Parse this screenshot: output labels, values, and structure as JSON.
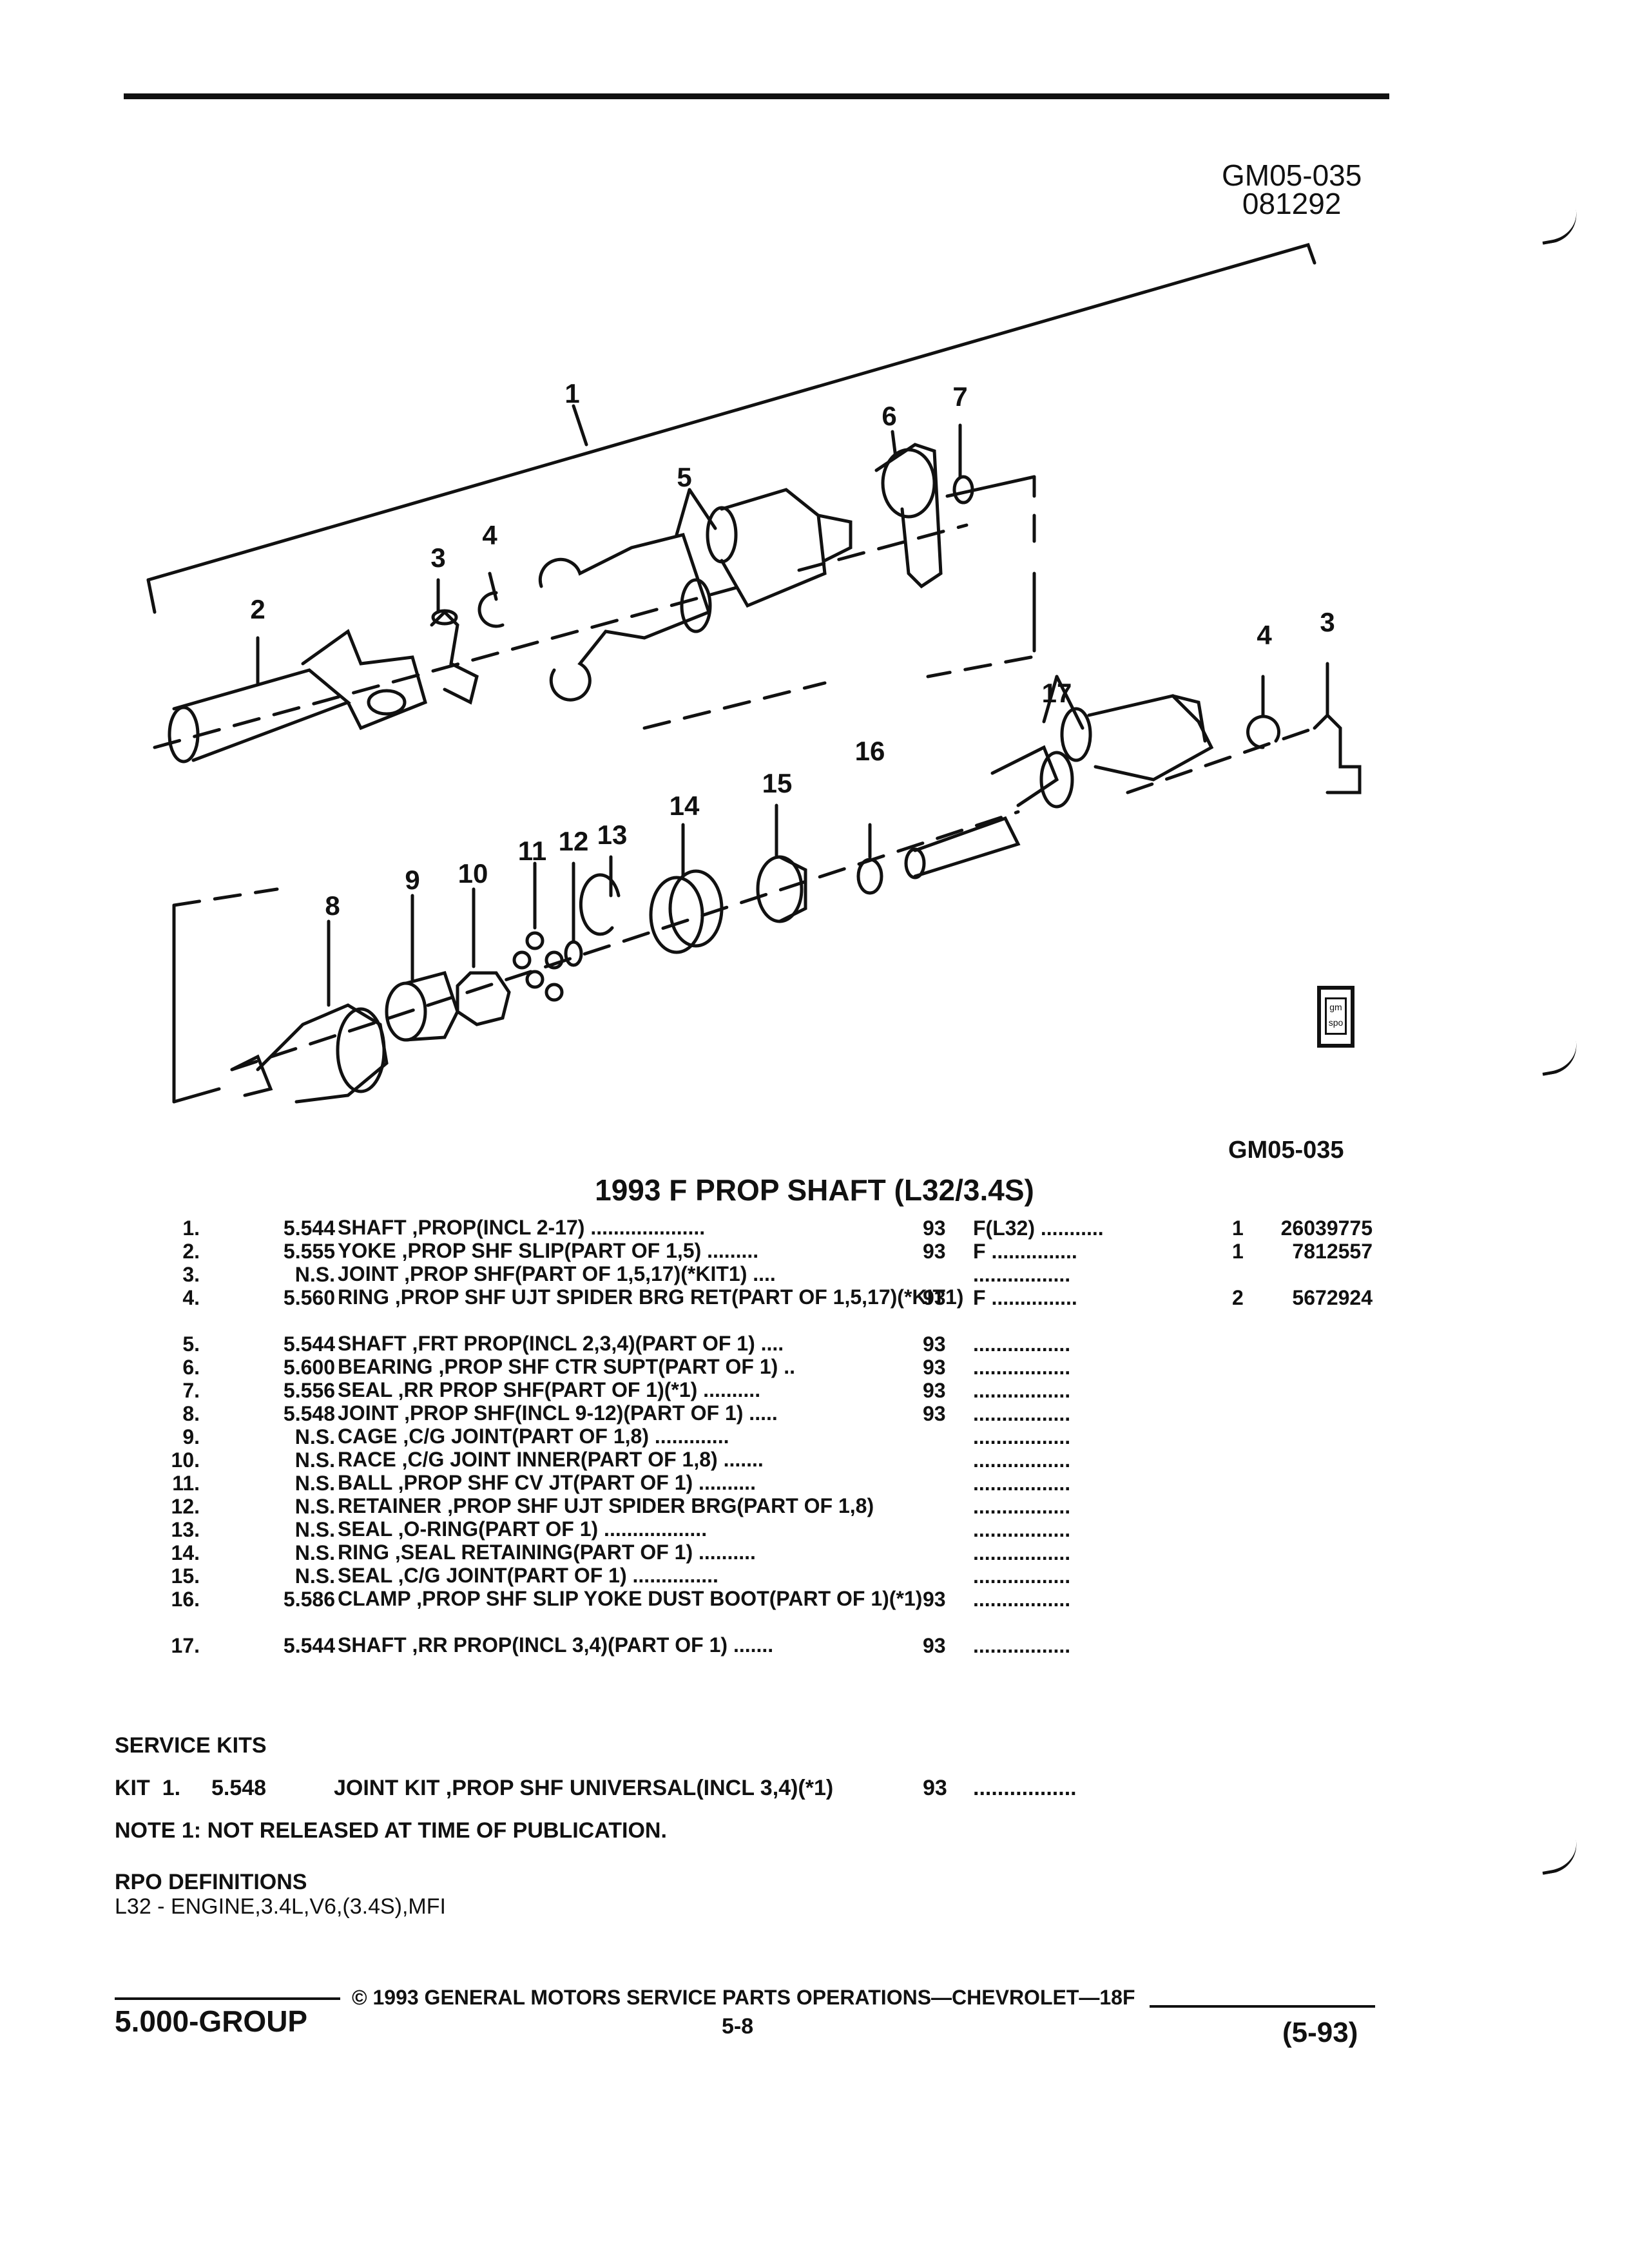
{
  "header": {
    "ref_code": "GM05-035",
    "ref_date": "081292",
    "figure_code": "GM05-035"
  },
  "diagram": {
    "callouts": [
      "1",
      "2",
      "3",
      "4",
      "5",
      "6",
      "7",
      "3",
      "4",
      "17",
      "8",
      "9",
      "10",
      "11",
      "12",
      "13",
      "14",
      "15",
      "16"
    ],
    "badge_text": "gm spo"
  },
  "title": "1993 F PROP SHAFT (L32/3.4S)",
  "parts": [
    {
      "num": "1.",
      "group": "5.544",
      "desc": "SHAFT ,PROP(INCL 2-17) ....................",
      "year": "93",
      "model": "F(L32) ...........",
      "qty": "1",
      "pn": "26039775"
    },
    {
      "num": "2.",
      "group": "5.555",
      "desc": "YOKE ,PROP SHF SLIP(PART OF 1,5) .........",
      "year": "93",
      "model": "F ...............",
      "qty": "1",
      "pn": "7812557"
    },
    {
      "num": "3.",
      "group": "N.S.",
      "desc": "JOINT ,PROP SHF(PART OF 1,5,17)(*KIT1) ....",
      "year": "",
      "model": ".................",
      "qty": "",
      "pn": ""
    },
    {
      "num": "4.",
      "group": "5.560",
      "desc": "RING ,PROP SHF UJT SPIDER BRG RET(PART OF 1,5,17)(*KIT1)",
      "year": "93",
      "model": "F ...............",
      "qty": "2",
      "pn": "5672924"
    },
    {
      "num": "5.",
      "group": "5.544",
      "desc": "SHAFT ,FRT PROP(INCL 2,3,4)(PART OF 1) ....",
      "year": "93",
      "model": ".................",
      "qty": "",
      "pn": ""
    },
    {
      "num": "6.",
      "group": "5.600",
      "desc": "BEARING ,PROP SHF CTR SUPT(PART OF 1) ..",
      "year": "93",
      "model": ".................",
      "qty": "",
      "pn": ""
    },
    {
      "num": "7.",
      "group": "5.556",
      "desc": "SEAL ,RR PROP SHF(PART OF 1)(*1) ..........",
      "year": "93",
      "model": ".................",
      "qty": "",
      "pn": ""
    },
    {
      "num": "8.",
      "group": "5.548",
      "desc": "JOINT ,PROP SHF(INCL 9-12)(PART OF 1) .....",
      "year": "93",
      "model": ".................",
      "qty": "",
      "pn": ""
    },
    {
      "num": "9.",
      "group": "N.S.",
      "desc": "CAGE ,C/G JOINT(PART OF 1,8) .............",
      "year": "",
      "model": ".................",
      "qty": "",
      "pn": ""
    },
    {
      "num": "10.",
      "group": "N.S.",
      "desc": "RACE ,C/G JOINT INNER(PART OF 1,8) .......",
      "year": "",
      "model": ".................",
      "qty": "",
      "pn": ""
    },
    {
      "num": "11.",
      "group": "N.S.",
      "desc": "BALL ,PROP SHF CV JT(PART OF 1) ..........",
      "year": "",
      "model": ".................",
      "qty": "",
      "pn": ""
    },
    {
      "num": "12.",
      "group": "N.S.",
      "desc": "RETAINER ,PROP SHF UJT SPIDER BRG(PART OF 1,8)",
      "year": "",
      "model": ".................",
      "qty": "",
      "pn": ""
    },
    {
      "num": "13.",
      "group": "N.S.",
      "desc": "SEAL ,O-RING(PART OF 1) ..................",
      "year": "",
      "model": ".................",
      "qty": "",
      "pn": ""
    },
    {
      "num": "14.",
      "group": "N.S.",
      "desc": "RING ,SEAL RETAINING(PART OF 1) ..........",
      "year": "",
      "model": ".................",
      "qty": "",
      "pn": ""
    },
    {
      "num": "15.",
      "group": "N.S.",
      "desc": "SEAL ,C/G JOINT(PART OF 1) ...............",
      "year": "",
      "model": ".................",
      "qty": "",
      "pn": ""
    },
    {
      "num": "16.",
      "group": "5.586",
      "desc": "CLAMP ,PROP SHF SLIP YOKE DUST BOOT(PART OF 1)(*1)",
      "year": "93",
      "model": ".................",
      "qty": "",
      "pn": ""
    },
    {
      "num": "17.",
      "group": "5.544",
      "desc": "SHAFT ,RR PROP(INCL 3,4)(PART OF 1) .......",
      "year": "93",
      "model": ".................",
      "qty": "",
      "pn": ""
    }
  ],
  "service_kits": {
    "heading": "SERVICE KITS",
    "kit_label": "KIT",
    "kit_num": "1.",
    "group": "5.548",
    "desc": "JOINT KIT ,PROP SHF UNIVERSAL(INCL 3,4)(*1)",
    "year": "93",
    "model": "................."
  },
  "note": "NOTE 1: NOT RELEASED AT TIME OF PUBLICATION.",
  "rpo": {
    "heading": "RPO DEFINITIONS",
    "def": "L32 - ENGINE,3.4L,V6,(3.4S),MFI"
  },
  "footer": {
    "copyright": "© 1993 GENERAL MOTORS SERVICE PARTS OPERATIONS—CHEVROLET—18F",
    "group": "5.000-GROUP",
    "page": "5-8",
    "date": "(5-93)"
  }
}
